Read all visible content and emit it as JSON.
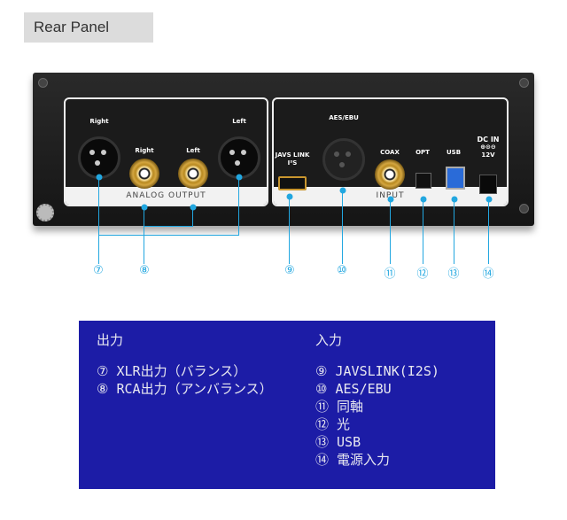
{
  "header": {
    "title": "Rear Panel"
  },
  "panel": {
    "analog_output_label": "ANALOG OUTPUT",
    "input_label": "INPUT",
    "xlr_right_label": "Right",
    "rca_right_label": "Right",
    "rca_left_label": "Left",
    "xlr_left_label": "Left",
    "javs_link_label": "JAVS LINK",
    "i2s_label": "I²S",
    "aes_label": "AES/EBU",
    "coax_label": "COAX",
    "opt_label": "OPT",
    "usb_label": "USB",
    "dc_in_label": "DC IN",
    "dc_polarity": "⊕⊙⊖",
    "dc_voltage": "12V"
  },
  "callouts": [
    "⑦",
    "⑧",
    "⑨",
    "⑩",
    "⑪",
    "⑫",
    "⑬",
    "⑭"
  ],
  "legend": {
    "output_title": "出力",
    "input_title": "入力",
    "outputs": [
      "⑦ XLR出力（バランス）",
      "⑧ RCA出力（アンバランス）"
    ],
    "inputs": [
      "⑨ JAVSLINK(I2S)",
      "⑩ AES/EBU",
      "⑪ 同軸",
      "⑫ 光",
      "⑬ USB",
      "⑭ 電源入力"
    ]
  },
  "colors": {
    "callout": "#22a7e0",
    "legend_bg": "#1c1ca6"
  }
}
